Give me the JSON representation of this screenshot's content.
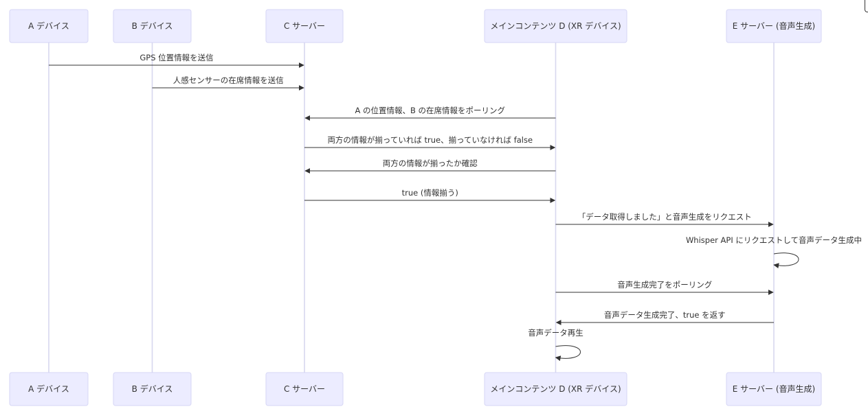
{
  "participants": [
    {
      "id": "A",
      "label": "A デバイス"
    },
    {
      "id": "B",
      "label": "B デバイス"
    },
    {
      "id": "C",
      "label": "C サーバー"
    },
    {
      "id": "D",
      "label": "メインコンテンツ D (XR デバイス)"
    },
    {
      "id": "E",
      "label": "E サーバー (音声生成)"
    }
  ],
  "messages": [
    {
      "from": "A",
      "to": "C",
      "text": "GPS 位置情報を送信"
    },
    {
      "from": "B",
      "to": "C",
      "text": "人感センサーの在席情報を送信"
    },
    {
      "from": "D",
      "to": "C",
      "text": "A の位置情報、B の在席情報をポーリング"
    },
    {
      "from": "C",
      "to": "D",
      "text": "両方の情報が揃っていれば true、揃っていなければ false"
    },
    {
      "from": "D",
      "to": "C",
      "text": "両方の情報が揃ったか確認"
    },
    {
      "from": "C",
      "to": "D",
      "text": "true (情報揃う)"
    },
    {
      "from": "D",
      "to": "E",
      "text": "「データ取得しました」と音声生成をリクエスト"
    },
    {
      "from": "E",
      "to": "E",
      "text": "Whisper API にリクエストして音声データ生成中"
    },
    {
      "from": "D",
      "to": "E",
      "text": "音声生成完了をポーリング"
    },
    {
      "from": "E",
      "to": "D",
      "text": "音声データ生成完了、true を返す"
    },
    {
      "from": "D",
      "to": "D",
      "text": "音声データ再生"
    }
  ]
}
